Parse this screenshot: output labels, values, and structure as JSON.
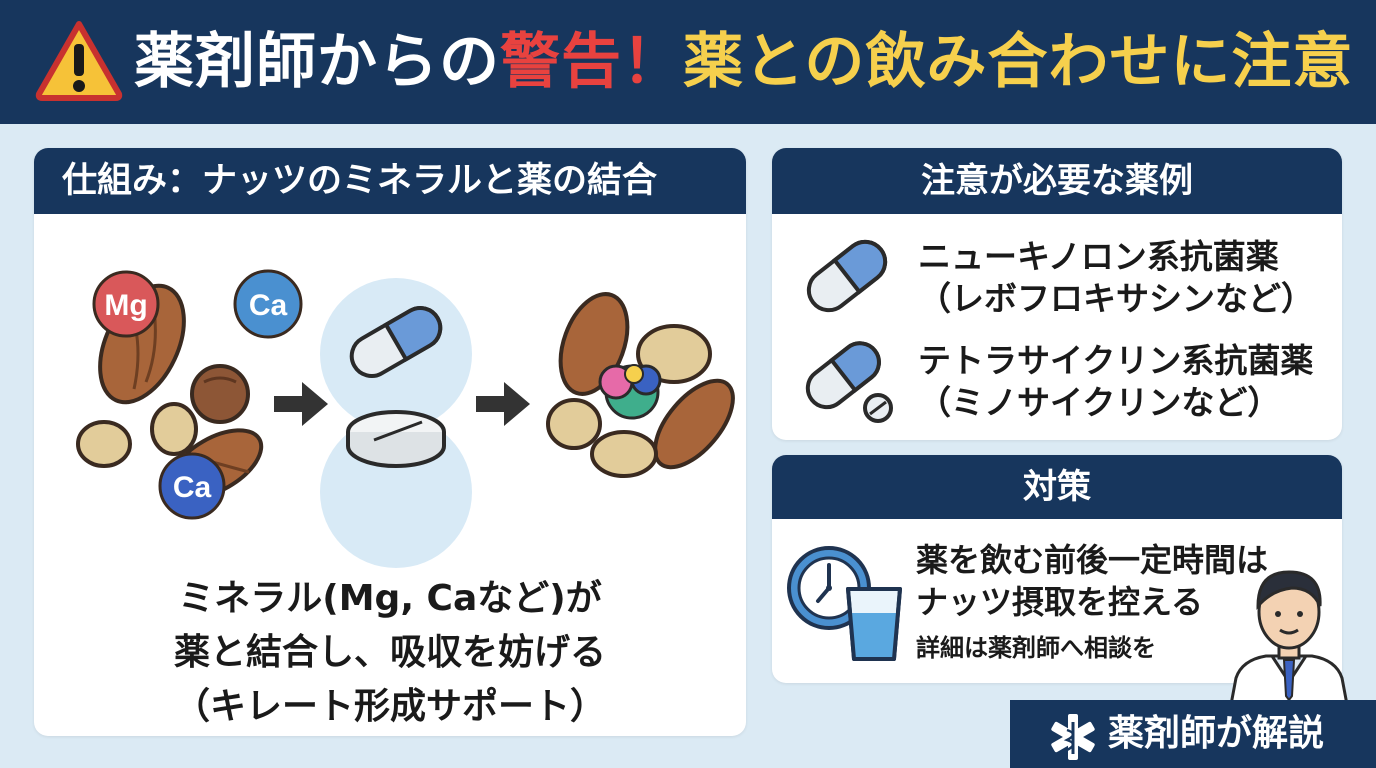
{
  "header": {
    "title_part1": "薬剤師からの",
    "title_part2": "警告！",
    "title_part3": "薬との飲み合わせに注意"
  },
  "mechanism": {
    "heading": "仕組み：ナッツのミネラルと薬の結合",
    "minerals": [
      "Mg",
      "Ca",
      "Ca"
    ],
    "caption_line1": "ミネラル(Mg, Caなど)が",
    "caption_line2": "薬と結合し、吸収を妨げる",
    "caption_line3": "（キレート形成サポート）"
  },
  "drugs": {
    "heading": "注意が必要な薬例",
    "items": [
      {
        "line1": "ニューキノロン系抗菌薬",
        "line2": "（レボフロキサシンなど）",
        "icon": "capsule-icon"
      },
      {
        "line1": "テトラサイクリン系抗菌薬",
        "line2": "（ミノサイクリンなど）",
        "icon": "capsule-tablet-icon"
      }
    ]
  },
  "countermeasure": {
    "heading": "対策",
    "line1": "薬を飲む前後一定時間は",
    "line2": "ナッツ摂取を控える",
    "line3": "詳細は薬剤師へ相談を"
  },
  "footer": {
    "label": "薬剤師が解説",
    "icon": "medical-star-icon"
  },
  "colors": {
    "navy": "#17365d",
    "warning_red": "#e8423f",
    "highlight_yellow": "#f6d04d",
    "background": "#dbeaf4",
    "mg_red": "#d9585a",
    "ca_blue": "#4a90d0",
    "ca_dark_blue": "#3a62c2"
  }
}
